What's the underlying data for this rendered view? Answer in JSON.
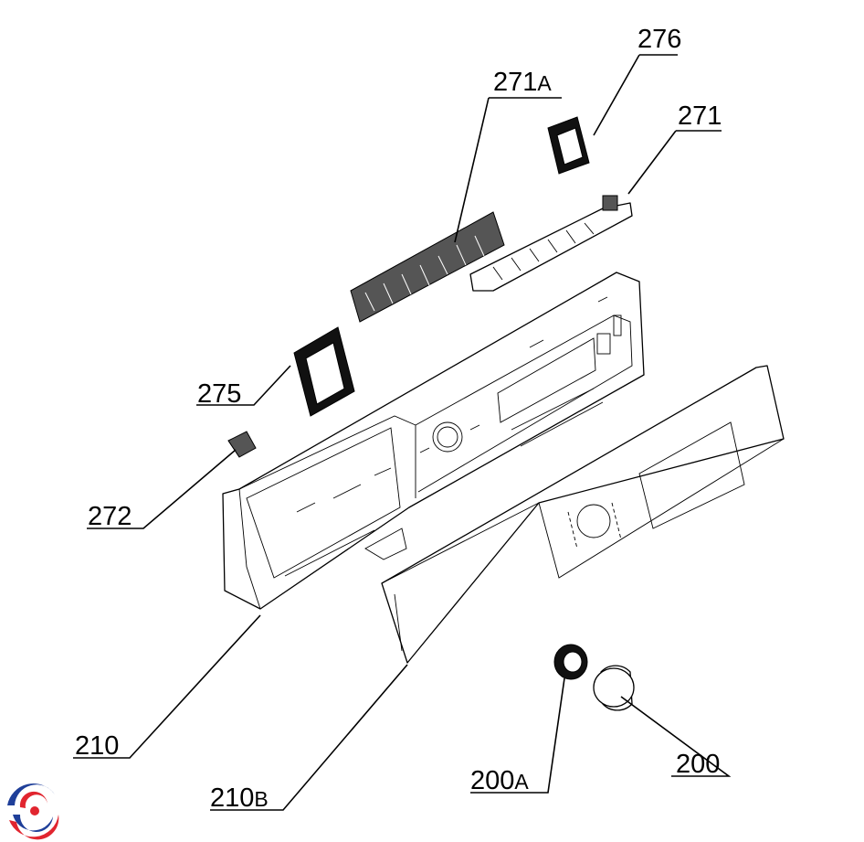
{
  "callouts": [
    {
      "id": "276",
      "main": "276",
      "suffix": ""
    },
    {
      "id": "271A",
      "main": "271",
      "suffix": "A"
    },
    {
      "id": "271",
      "main": "271",
      "suffix": ""
    },
    {
      "id": "275",
      "main": "275",
      "suffix": ""
    },
    {
      "id": "272",
      "main": "272",
      "suffix": ""
    },
    {
      "id": "210",
      "main": "210",
      "suffix": ""
    },
    {
      "id": "210B",
      "main": "210",
      "suffix": "B"
    },
    {
      "id": "200A",
      "main": "200",
      "suffix": "A"
    },
    {
      "id": "200",
      "main": "200",
      "suffix": ""
    }
  ],
  "colors": {
    "line": "#000000",
    "background": "#ffffff",
    "logo_blue": "#1f3f99",
    "logo_red": "#e1252f"
  },
  "logo": {
    "icon": "swirl-logo-icon"
  }
}
